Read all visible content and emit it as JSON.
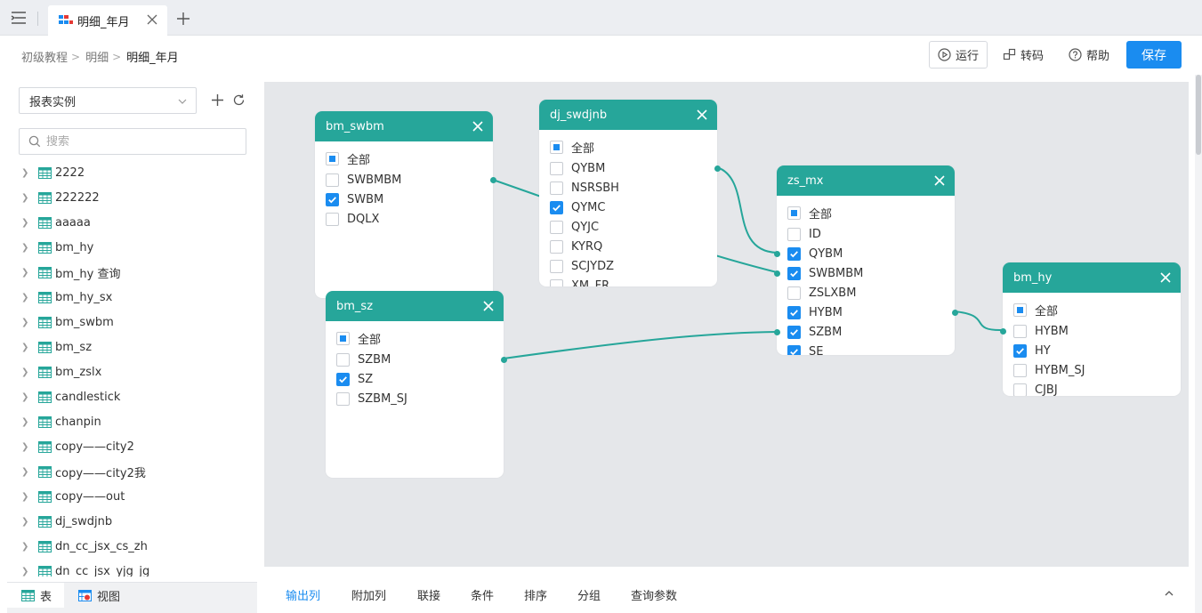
{
  "tabbar": {
    "tab_label": "明细_年月"
  },
  "header": {
    "breadcrumb": [
      "初级教程",
      "明细",
      "明细_年月"
    ],
    "run_label": "运行",
    "code_label": "转码",
    "help_label": "帮助",
    "save_label": "保存"
  },
  "left": {
    "datasource": "报表实例",
    "search_placeholder": "搜索",
    "tree": [
      "2222",
      "222222",
      "aaaaa",
      "bm_hy",
      "bm_hy 查询",
      "bm_hy_sx",
      "bm_swbm",
      "bm_sz",
      "bm_zslx",
      "candlestick",
      "chanpin",
      "copy——city2",
      "copy——city2我",
      "copy——out",
      "dj_swdjnb",
      "dn_cc_jsx_cs_zh",
      "dn_cc_jsx_yjg_jg"
    ],
    "bottom_tabs": [
      "表",
      "视图"
    ]
  },
  "canvas": {
    "all_label": "全部",
    "nodes": [
      {
        "title": "bm_swbm",
        "fields": [
          {
            "name": "SWBMBM",
            "checked": false
          },
          {
            "name": "SWBM",
            "checked": true
          },
          {
            "name": "DQLX",
            "checked": false
          }
        ]
      },
      {
        "title": "dj_swdjnb",
        "fields": [
          {
            "name": "QYBM",
            "checked": false
          },
          {
            "name": "NSRSBH",
            "checked": false
          },
          {
            "name": "QYMC",
            "checked": true
          },
          {
            "name": "QYJC",
            "checked": false
          },
          {
            "name": "KYRQ",
            "checked": false
          },
          {
            "name": "SCJYDZ",
            "checked": false
          },
          {
            "name": "XM_FR",
            "checked": false
          }
        ]
      },
      {
        "title": "zs_mx",
        "fields": [
          {
            "name": "ID",
            "checked": false
          },
          {
            "name": "QYBM",
            "checked": true
          },
          {
            "name": "SWBMBM",
            "checked": true
          },
          {
            "name": "ZSLXBM",
            "checked": false
          },
          {
            "name": "HYBM",
            "checked": true
          },
          {
            "name": "SZBM",
            "checked": true
          },
          {
            "name": "SE",
            "checked": true
          }
        ]
      },
      {
        "title": "bm_sz",
        "fields": [
          {
            "name": "SZBM",
            "checked": false
          },
          {
            "name": "SZ",
            "checked": true
          },
          {
            "name": "SZBM_SJ",
            "checked": false
          }
        ]
      },
      {
        "title": "bm_hy",
        "fields": [
          {
            "name": "HYBM",
            "checked": false
          },
          {
            "name": "HY",
            "checked": true
          },
          {
            "name": "HYBM_SJ",
            "checked": false
          },
          {
            "name": "CJBJ",
            "checked": false
          }
        ]
      }
    ]
  },
  "bottom": {
    "tabs": [
      "输出列",
      "附加列",
      "联接",
      "条件",
      "排序",
      "分组",
      "查询参数"
    ],
    "active": "输出列"
  },
  "colors": {
    "accent": "#26a69a",
    "primary": "#1a8cf0"
  }
}
